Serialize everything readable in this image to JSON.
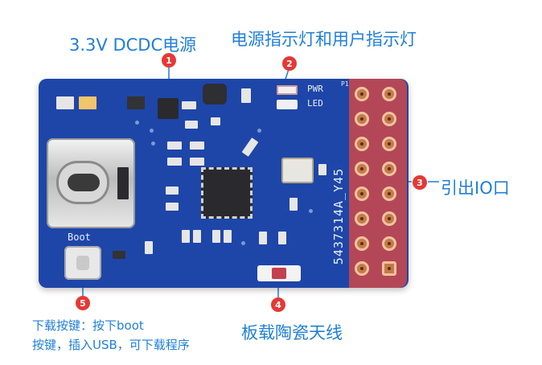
{
  "annotations": {
    "dcdc": "3.3V DCDC电源",
    "leds": "电源指示灯和用户指示灯",
    "io": "引出IO口",
    "antenna": "板载陶瓷天线",
    "boot_line1": "下载按键：按下boot",
    "boot_line2": "按键，插入USB，可下载程序"
  },
  "badges": [
    "1",
    "2",
    "3",
    "4",
    "5"
  ],
  "silkscreen": {
    "pwr": "PWR",
    "led": "LED",
    "boot": "Boot",
    "p1": "P1",
    "serial": "5437314A_Y45"
  },
  "colors": {
    "annotation": "#1f7fd8",
    "badge": "#e53935",
    "board": "#1e46a8",
    "header": "#b34757"
  }
}
